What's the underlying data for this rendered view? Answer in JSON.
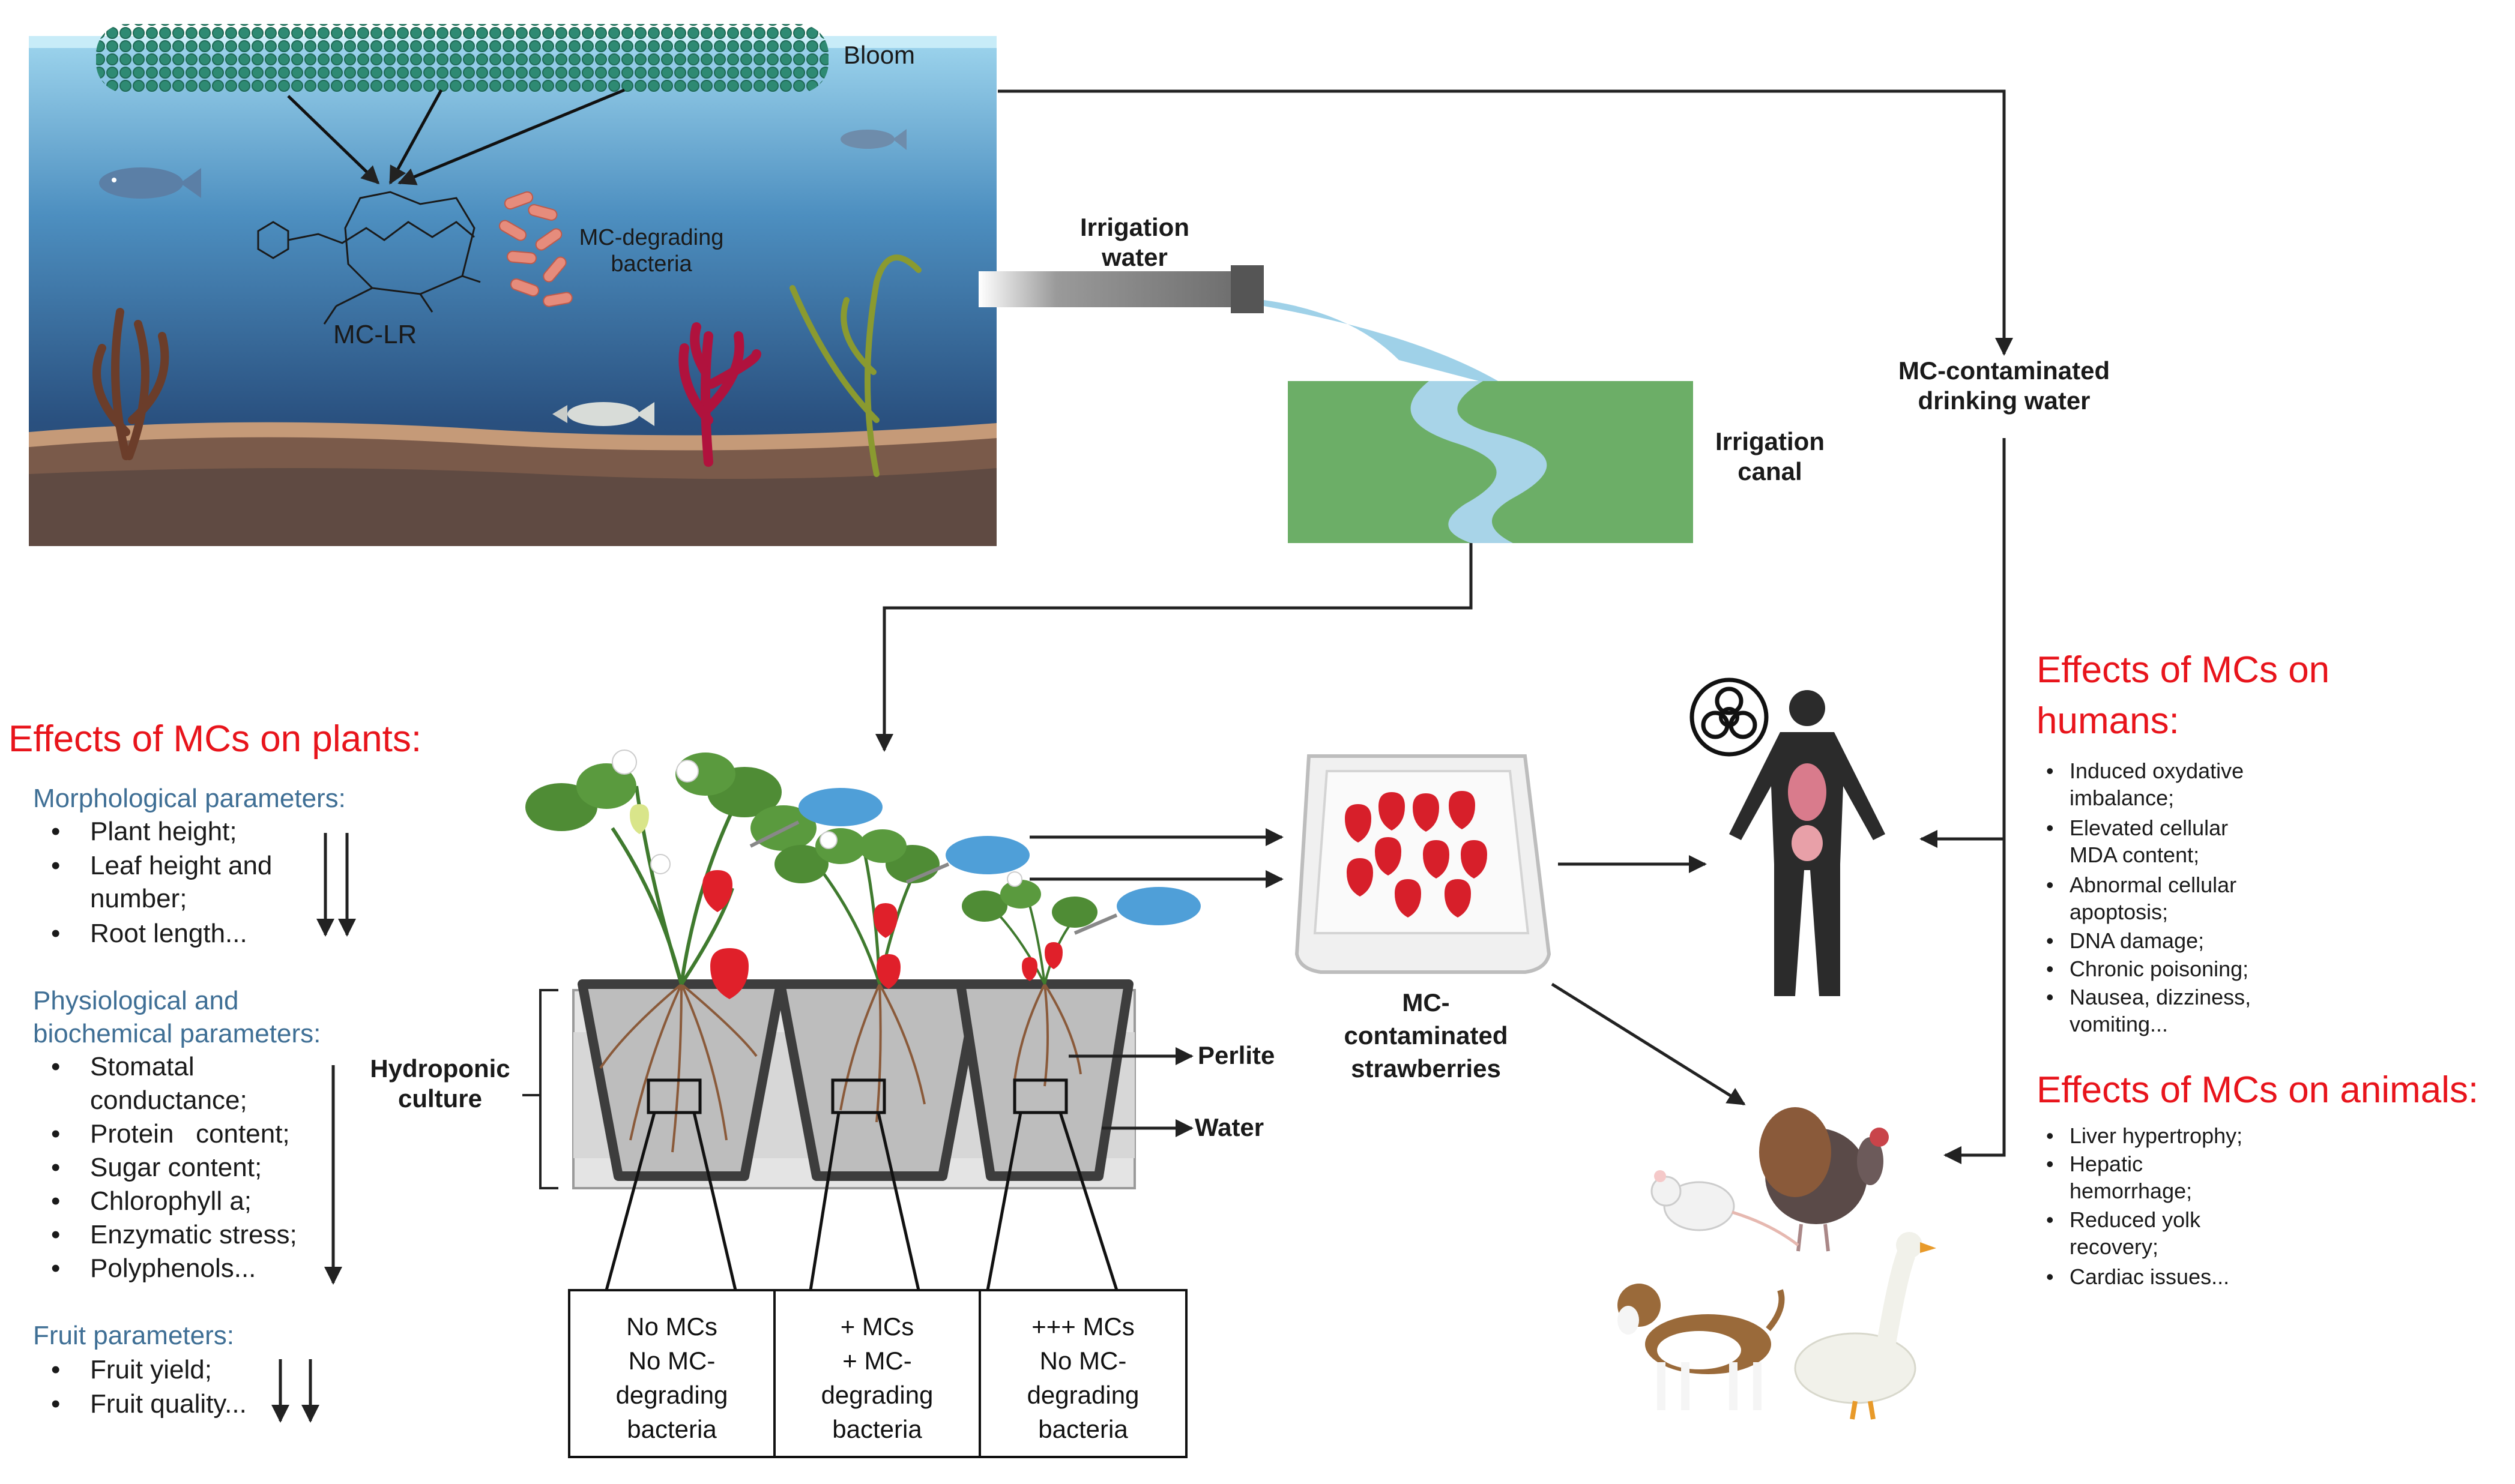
{
  "lake": {
    "bloom": "Bloom",
    "mc_lr": "MC-LR",
    "bacteria": [
      "MC-degrading",
      "bacteria"
    ]
  },
  "irrigation_water": [
    "Irrigation",
    "water"
  ],
  "irrigation_canal": [
    "Irrigation",
    "canal"
  ],
  "drinking_water": [
    "MC-contaminated",
    "drinking water"
  ],
  "strawberries_label": [
    "MC-",
    "contaminated",
    "strawberries"
  ],
  "hydroponic_label": [
    "Hydroponic",
    "culture"
  ],
  "perlite": "Perlite",
  "water": "Water",
  "treatment_boxes": [
    [
      "No MCs",
      "No MC-",
      "degrading",
      "bacteria"
    ],
    [
      "+ MCs",
      "+ MC-",
      "degrading",
      "bacteria"
    ],
    [
      "+++ MCs",
      "No MC-",
      "degrading",
      "bacteria"
    ]
  ],
  "plants_panel": {
    "title": "Effects of MCs on plants:",
    "groups": [
      {
        "heading": [
          "Morphological parameters:"
        ],
        "items": [
          [
            "Plant height;"
          ],
          [
            "Leaf height and",
            "number;"
          ],
          [
            "Root length..."
          ]
        ]
      },
      {
        "heading": [
          "Physiological and",
          "biochemical parameters:"
        ],
        "items": [
          [
            "Stomatal",
            "conductance;"
          ],
          [
            "Protein   content;"
          ],
          [
            "Sugar content;"
          ],
          [
            "Chlorophyll a;"
          ],
          [
            "Enzymatic stress;"
          ],
          [
            "Polyphenols..."
          ]
        ]
      },
      {
        "heading": [
          "Fruit parameters:"
        ],
        "items": [
          [
            "Fruit yield;"
          ],
          [
            "Fruit quality..."
          ]
        ]
      }
    ]
  },
  "humans_panel": {
    "title": [
      "Effects of MCs on",
      "humans:"
    ],
    "items": [
      [
        "Induced oxydative",
        "imbalance;"
      ],
      [
        "Elevated cellular",
        "MDA content;"
      ],
      [
        "Abnormal cellular",
        "apoptosis;"
      ],
      [
        "DNA damage;"
      ],
      [
        "Chronic poisoning;"
      ],
      [
        "Nausea, dizziness,",
        "vomiting..."
      ]
    ]
  },
  "animals_panel": {
    "title": "Effects of MCs on animals:",
    "items": [
      [
        "Liver hypertrophy;"
      ],
      [
        "Hepatic",
        "hemorrhage;"
      ],
      [
        "Reduced yolk",
        "recovery;"
      ],
      [
        "Cardiac issues..."
      ]
    ]
  },
  "colors": {
    "title_red": "#e8141b",
    "heading_blue": "#3f6f95",
    "bloom_green": "#2e8a73"
  }
}
